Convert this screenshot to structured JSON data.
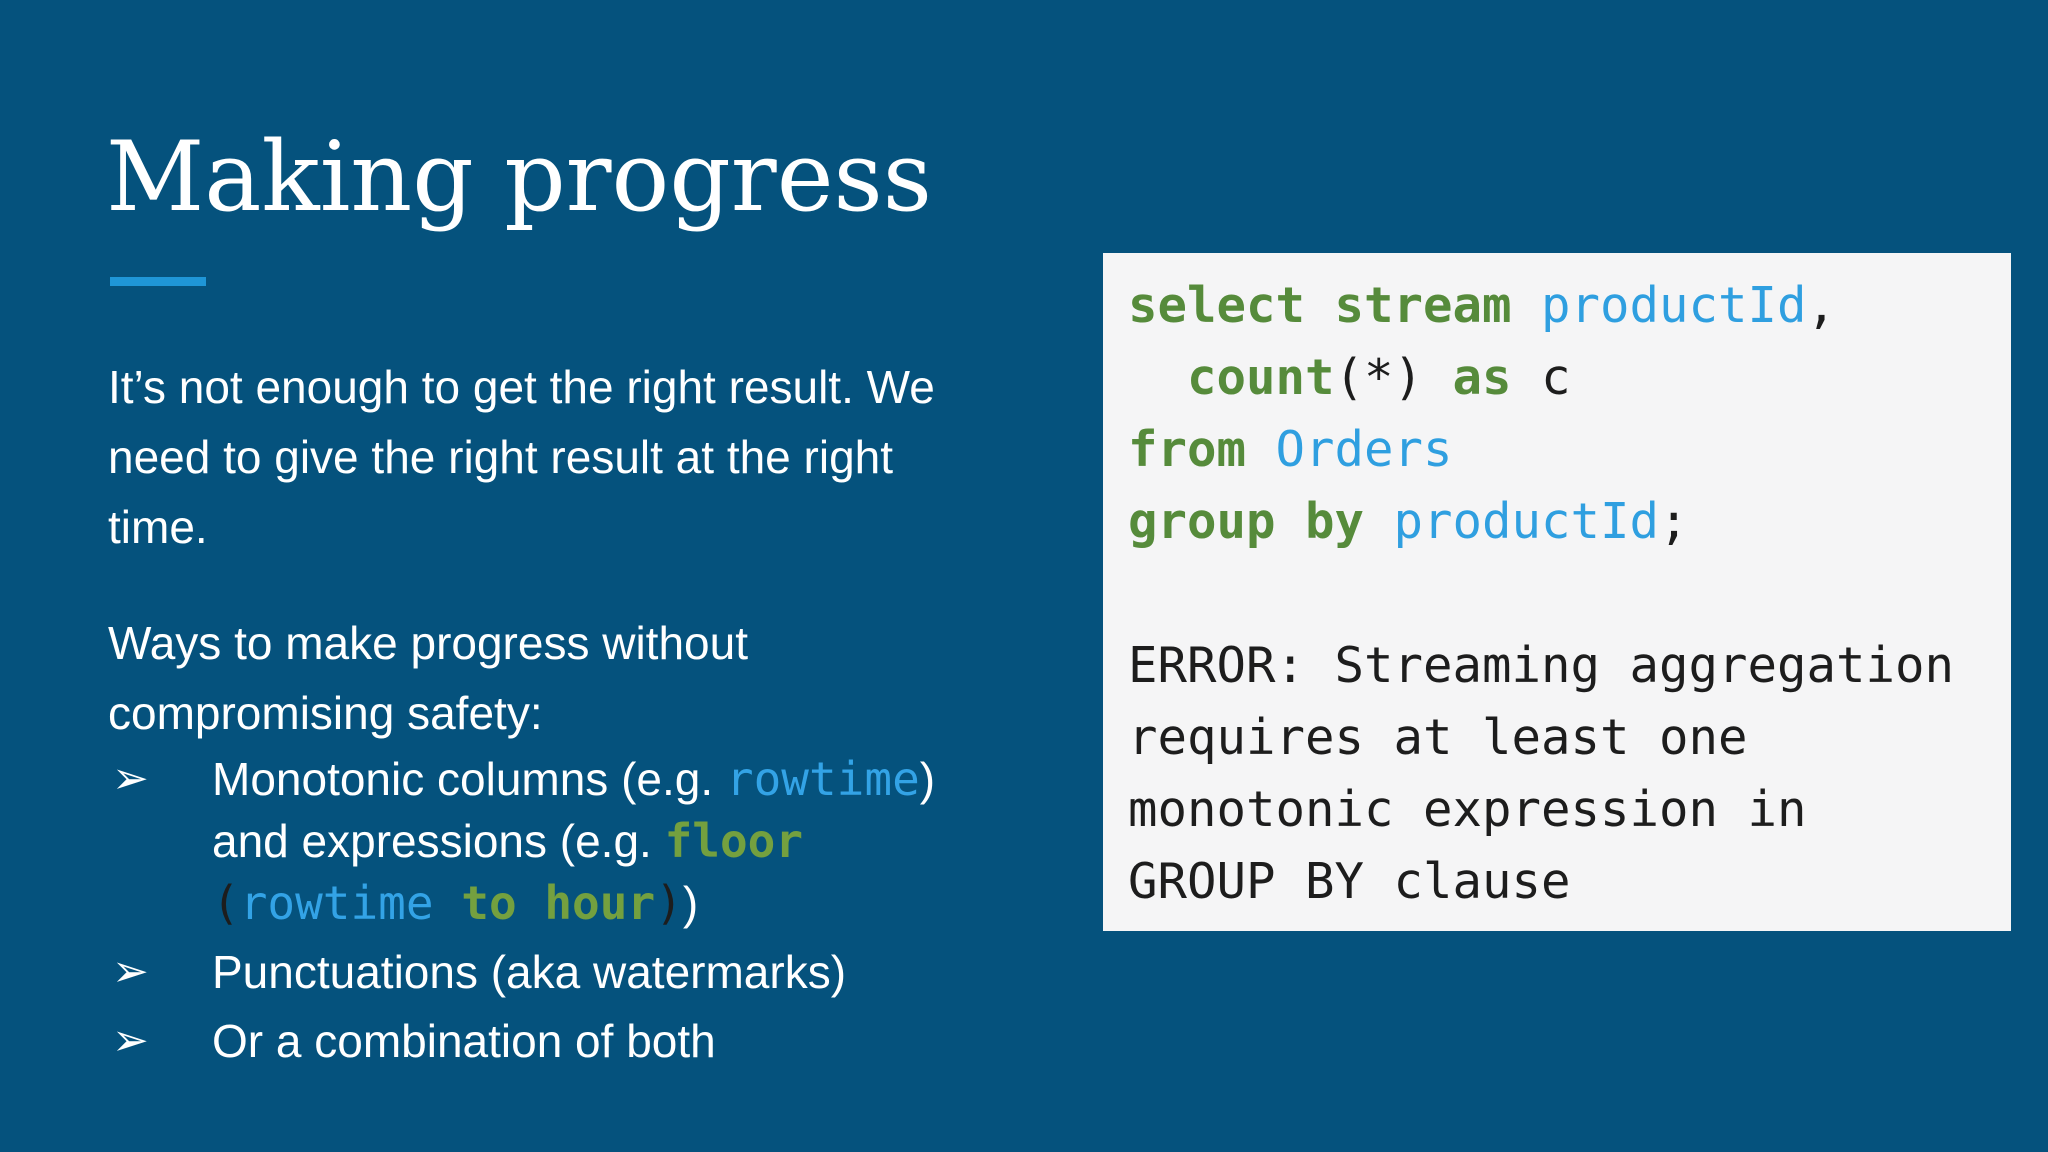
{
  "colors": {
    "background": "#05527d",
    "accent_bar": "#1f96d7",
    "body_text": "#ffffff",
    "panel_background": "#f5f5f6",
    "code_keyword_green": "#568b3b",
    "code_identifier_blue": "#2f9fe0",
    "code_plain_dark": "#1d1d1d",
    "inline_code_blue": "#33a3e6",
    "inline_code_green": "#74a03f",
    "inline_code_dark": "#1d1d1d"
  },
  "slide": {
    "title": "Making progress",
    "intro_lines": [
      "It’s not enough to get the right result. We",
      "need to give the right result at the right",
      "time."
    ],
    "ways_lines": [
      "Ways to make progress without",
      "compromising safety:"
    ],
    "bullet_marker": "➢",
    "bullets": [
      {
        "lines": [
          [
            {
              "t": "Monotonic columns (e.g. ",
              "s": "prose"
            },
            {
              "t": "rowtime",
              "s": "inline-blue"
            },
            {
              "t": ")",
              "s": "prose"
            }
          ],
          [
            {
              "t": "and expressions (e.g. ",
              "s": "prose"
            },
            {
              "t": "floor",
              "s": "inline-green"
            }
          ],
          [
            {
              "t": "(",
              "s": "inline-dark"
            },
            {
              "t": "rowtime",
              "s": "inline-blue"
            },
            {
              "t": " ",
              "s": "inline-dark"
            },
            {
              "t": "to hour",
              "s": "inline-green"
            },
            {
              "t": ")",
              "s": "inline-dark"
            },
            {
              "t": ")",
              "s": "prose"
            }
          ]
        ]
      },
      {
        "lines": [
          [
            {
              "t": "Punctuations (aka watermarks)",
              "s": "prose"
            }
          ]
        ]
      },
      {
        "lines": [
          [
            {
              "t": "Or a combination of both",
              "s": "prose"
            }
          ]
        ]
      }
    ],
    "code_panel": {
      "lines": [
        [
          {
            "t": "select stream ",
            "s": "kw"
          },
          {
            "t": "productId",
            "s": "id"
          },
          {
            "t": ",",
            "s": "pl"
          }
        ],
        [
          {
            "t": "  ",
            "s": "pl"
          },
          {
            "t": "count",
            "s": "kw"
          },
          {
            "t": "(*) ",
            "s": "pl"
          },
          {
            "t": "as",
            "s": "kw"
          },
          {
            "t": " c",
            "s": "pl"
          }
        ],
        [
          {
            "t": "from",
            "s": "kw"
          },
          {
            "t": " ",
            "s": "pl"
          },
          {
            "t": "Orders",
            "s": "id"
          }
        ],
        [
          {
            "t": "group by",
            "s": "kw"
          },
          {
            "t": " ",
            "s": "pl"
          },
          {
            "t": "productId",
            "s": "id"
          },
          {
            "t": ";",
            "s": "pl"
          }
        ],
        [],
        [
          {
            "t": "ERROR: Streaming aggregation",
            "s": "pl"
          }
        ],
        [
          {
            "t": "requires at least one",
            "s": "pl"
          }
        ],
        [
          {
            "t": "monotonic expression in",
            "s": "pl"
          }
        ],
        [
          {
            "t": "GROUP BY clause",
            "s": "pl"
          }
        ]
      ]
    }
  }
}
